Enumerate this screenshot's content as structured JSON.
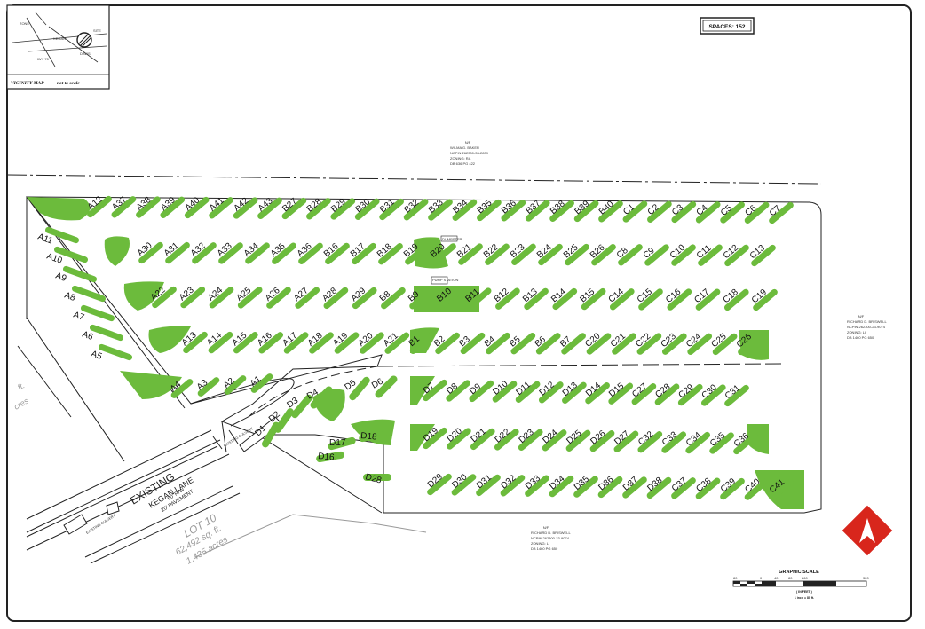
{
  "spaces_count": "SPACES: 152",
  "vicinity": {
    "label": "VICINITY MAP",
    "note": "not to scale",
    "site_label": "SITE",
    "roads": [
      "ZONE",
      "KEGAN",
      "HWY 70",
      "DAVIS"
    ]
  },
  "owners": {
    "north": [
      "N/F",
      "WILMA G. BAKER",
      "NCPIN 262300-33-2839",
      "ZONING: RA",
      "DB 636 PG 422"
    ],
    "east": [
      "N/F",
      "RICHARD D. BRISWELL",
      "NCPIN 262300-23-9074",
      "ZONING: LI",
      "DB 1460 PG 650"
    ],
    "south": [
      "N/F",
      "RICHARD D. BRISWELL",
      "NCPIN 262300-23-9074",
      "ZONING: LI",
      "DB 1460 PG 650"
    ]
  },
  "lane": {
    "name1": "EXISTING",
    "name2": "KEGAN LANE",
    "row": "60' R/W",
    "pavement": "20' PAVEMENT",
    "culvert": "EXISTING CULVERT"
  },
  "lot": {
    "name": "LOT 10",
    "sqft": "62,492 sq. ft.",
    "acres": "1.435 acres"
  },
  "partial_lot": {
    "ft": "ft.",
    "acres": "cres"
  },
  "small_tags": [
    "DUMPSTER",
    "PUMP STATION"
  ],
  "graphic_scale": {
    "title": "GRAPHIC SCALE",
    "tick_labels": [
      "80",
      "0",
      "40",
      "80",
      "160",
      "320"
    ],
    "unit": "( IN FEET )",
    "ratio": "1 inch = 80 ft."
  },
  "colors": {
    "space_fill": "#6cbb3c",
    "north_arrow": "#d8261c",
    "lines": "#222222"
  },
  "spaces": {
    "row1": [
      "A12",
      "A37",
      "A38",
      "A39",
      "A40",
      "A41",
      "A42",
      "A43",
      "B27",
      "B28",
      "B29",
      "B30",
      "B31",
      "B32",
      "B33",
      "B34",
      "B35",
      "B36",
      "B37",
      "B38",
      "B39",
      "B40",
      "C1",
      "C2",
      "C3",
      "C4",
      "C5",
      "C6",
      "C7"
    ],
    "row2": [
      "A30",
      "A31",
      "A32",
      "A33",
      "A34",
      "A35",
      "A36",
      "B16",
      "B17",
      "B18",
      "B19",
      "B20",
      "B21",
      "B22",
      "B23",
      "B24",
      "B25",
      "B26",
      "C8",
      "C9",
      "C10",
      "C11",
      "C12",
      "C13"
    ],
    "row3": [
      "A22",
      "A23",
      "A24",
      "A25",
      "A26",
      "A27",
      "A28",
      "A29",
      "B8",
      "B9",
      "B10",
      "B11",
      "B12",
      "B13",
      "B14",
      "B15",
      "C14",
      "C15",
      "C16",
      "C17",
      "C18",
      "C19"
    ],
    "row4": [
      "A13",
      "A14",
      "A15",
      "A16",
      "A17",
      "A18",
      "A19",
      "A20",
      "A21",
      "B1",
      "B2",
      "B3",
      "B4",
      "B5",
      "B6",
      "B7",
      "C20",
      "C21",
      "C22",
      "C23",
      "C24",
      "C25",
      "C26"
    ],
    "row5": [
      "A4",
      "A3",
      "A2",
      "A1"
    ],
    "left": [
      "A11",
      "A10",
      "A9",
      "A8",
      "A7",
      "A6",
      "A5"
    ],
    "row6": [
      "D7",
      "D8",
      "D9",
      "D10",
      "D11",
      "D12",
      "D13",
      "D14",
      "D15",
      "C27",
      "C28",
      "C29",
      "C30",
      "C31"
    ],
    "row7": [
      "D19",
      "D20",
      "D21",
      "D22",
      "D23",
      "D24",
      "D25",
      "D26",
      "D27",
      "C32",
      "C33",
      "C34",
      "C35",
      "C36"
    ],
    "row8": [
      "D29",
      "D30",
      "D31",
      "D32",
      "D33",
      "D34",
      "D35",
      "D36",
      "D37",
      "D38",
      "C37",
      "C38",
      "C39",
      "C40",
      "C41"
    ],
    "dcluster": [
      "D1",
      "D2",
      "D3",
      "D4",
      "D5",
      "D6",
      "D16",
      "D17",
      "D18",
      "D28"
    ]
  }
}
